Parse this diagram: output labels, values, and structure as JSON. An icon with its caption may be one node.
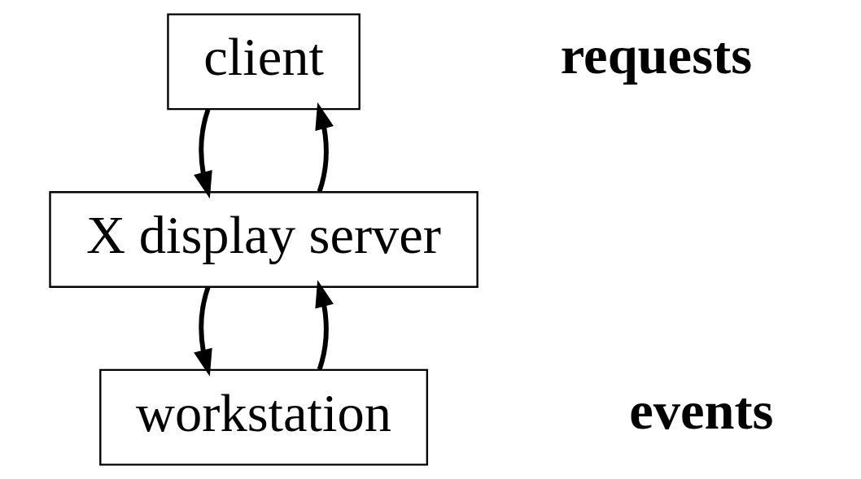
{
  "diagram": {
    "nodes": [
      {
        "text": [
          "client"
        ]
      },
      {
        "text": [
          "X display server"
        ]
      },
      {
        "text": [
          "workstation"
        ]
      }
    ],
    "edges": [
      {
        "from": 0,
        "to": 1,
        "arrow": "to"
      },
      {
        "from": 1,
        "to": 0,
        "arrow": "to"
      },
      {
        "from": 1,
        "to": 2,
        "arrow": "to"
      },
      {
        "from": 2,
        "to": 1,
        "arrow": "to"
      }
    ],
    "labels": [
      "requests",
      "events"
    ]
  }
}
